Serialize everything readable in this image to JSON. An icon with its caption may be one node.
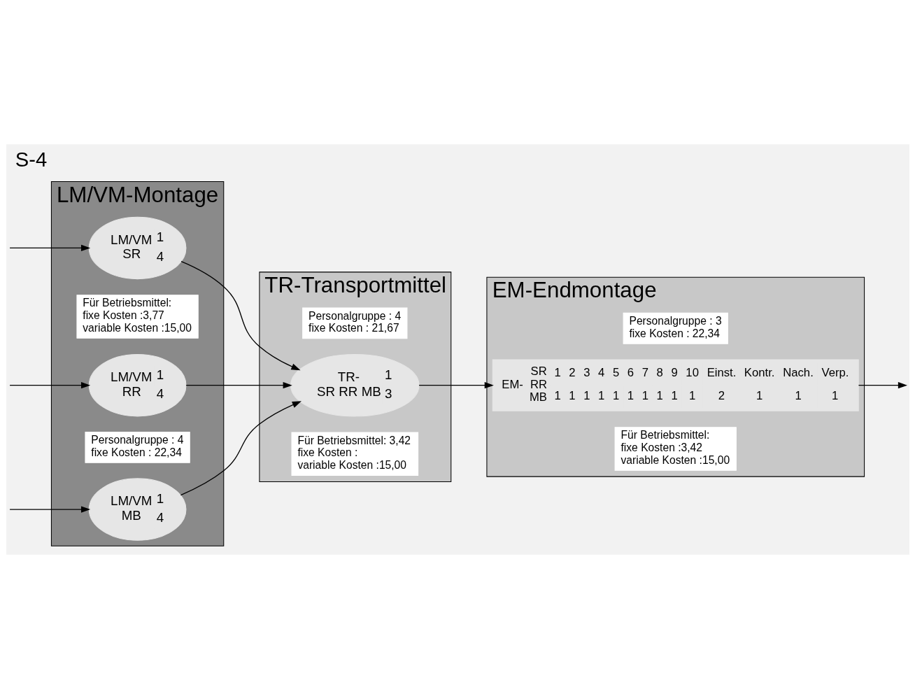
{
  "diagram": {
    "title": "S-4",
    "nodes": [
      {
        "text": [
          "LM/VM-Montage"
        ]
      },
      {
        "text": [
          "Für Betriebsmittel:",
          "fixe Kosten :3,77",
          "variable Kosten :15,00"
        ],
        "in": 0
      },
      {
        "text": [
          "LM/VM SR",
          "1",
          "4"
        ],
        "in": 0
      },
      {
        "text": [
          "LM/VM RR",
          "1",
          "4"
        ],
        "in": 0
      },
      {
        "text": [
          "LM/VM MB",
          "1",
          "4"
        ],
        "in": 0
      },
      {
        "text": [
          "Personalgruppe : 4",
          "fixe Kosten : 22,34"
        ],
        "in": 0
      },
      {
        "text": [
          "TR-Transportmittel"
        ]
      },
      {
        "text": [
          "Für Betriebsmittel: 3,42",
          "fixe Kosten :",
          "variable Kosten :15,00"
        ],
        "in": 6
      },
      {
        "text": [
          "TR- SR RR MB",
          "1",
          "3"
        ],
        "in": 6
      },
      {
        "text": [
          "Personalgruppe : 4",
          "fixe Kosten : 21,67"
        ],
        "in": 6
      },
      {
        "text": [
          "EM-Endmontage"
        ]
      },
      {
        "text": [
          "Für Betriebsmittel:",
          "fixe Kosten :3,42",
          "variable Kosten :15,00"
        ],
        "in": 10
      },
      {
        "text": [
          "EM-",
          "SR RR MB",
          "1",
          "2",
          "3",
          "4",
          "5",
          "6",
          "7",
          "8",
          "9",
          "10",
          "Einst.",
          "Kontr.",
          "Nach.",
          "Verp.",
          "1",
          "1",
          "1",
          "1",
          "1",
          "1",
          "1",
          "1",
          "1",
          "1",
          "2",
          "1",
          "1",
          "1"
        ],
        "in": 10
      },
      {
        "text": [
          "Personalgruppe : 3",
          "fixe Kosten : 22,34"
        ],
        "in": 10
      }
    ],
    "edges": [
      {
        "from": null,
        "to": 2,
        "arrow": "to"
      },
      {
        "from": null,
        "to": 3,
        "arrow": "to"
      },
      {
        "from": null,
        "to": 4,
        "arrow": "to"
      },
      {
        "from": 2,
        "to": 8,
        "arrow": "to"
      },
      {
        "from": 3,
        "to": 8,
        "arrow": "to"
      },
      {
        "from": 4,
        "to": 8,
        "arrow": "to"
      },
      {
        "from": 8,
        "to": 12,
        "arrow": "to"
      },
      {
        "from": 12,
        "to": null,
        "arrow": "to"
      }
    ]
  }
}
